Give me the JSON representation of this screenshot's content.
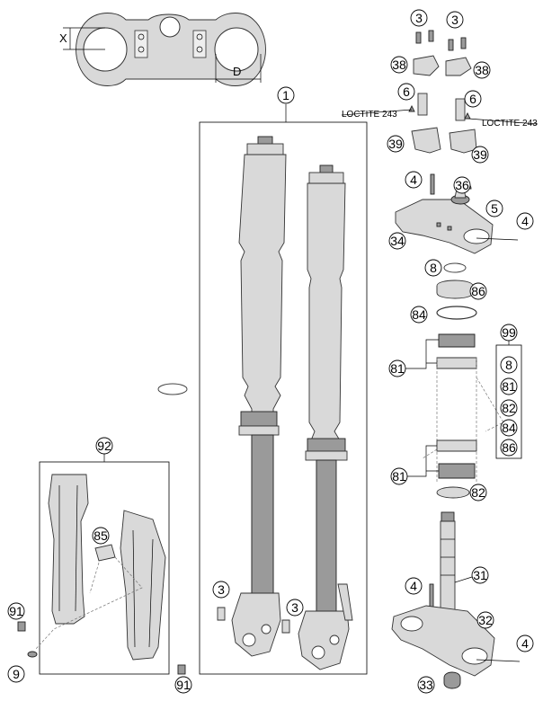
{
  "callouts": {
    "c1": "1",
    "c3a": "3",
    "c3b": "3",
    "c38a": "38",
    "c38b": "38",
    "c6a": "6",
    "c6b": "6",
    "c39a": "39",
    "c39b": "39",
    "c4a": "4",
    "c36": "36",
    "c5": "5",
    "c4b": "4",
    "c34": "34",
    "c8": "8",
    "c86": "86",
    "c84": "84",
    "c99": "99",
    "c81a": "81",
    "k8": "8",
    "k81": "81",
    "k82": "82",
    "k84": "84",
    "k86": "86",
    "c81b": "81",
    "c82": "82",
    "c92": "92",
    "c85": "85",
    "c91a": "91",
    "c9": "9",
    "c91b": "91",
    "c3c": "3",
    "c3d": "3",
    "c31": "31",
    "c4c": "4",
    "c32": "32",
    "c4d": "4",
    "c33": "33"
  },
  "notes": {
    "loctite_left": "LOCTITE 243",
    "loctite_right": "LOCTITE 243"
  },
  "dimensions": {
    "x": "X",
    "d": "D"
  },
  "colors": {
    "line": "#000000",
    "part_fill": "#d9d9d9",
    "part_dark": "#9a9a9a"
  }
}
